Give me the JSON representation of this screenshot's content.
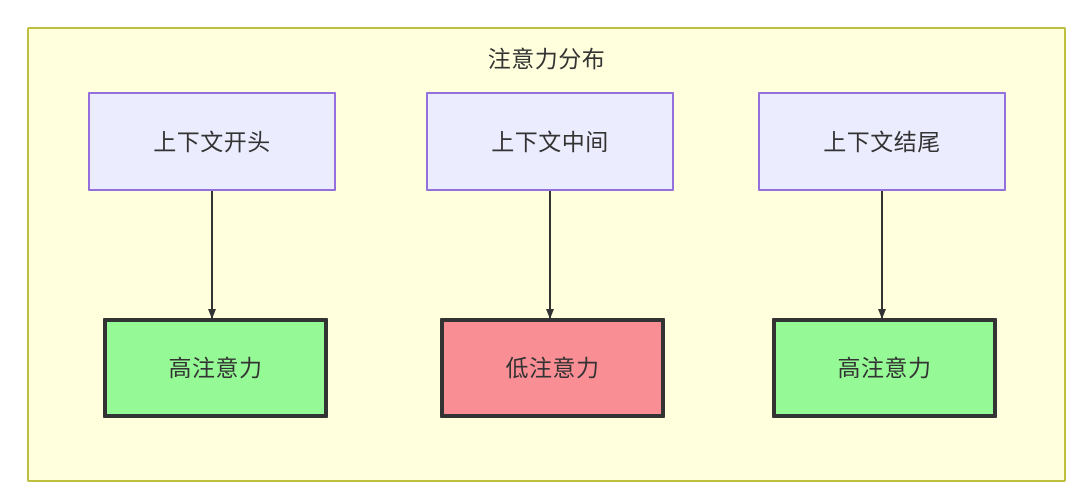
{
  "diagram": {
    "type": "flowchart",
    "title": "注意力分布",
    "background_color": "#ffffff",
    "container": {
      "fill": "#ffffdd",
      "stroke": "#bfbf3f"
    },
    "node_styles": {
      "context_fill": "#ececff",
      "context_stroke": "#9370db",
      "high_attention_fill": "#95fa95",
      "low_attention_fill": "#fa8e95",
      "attention_stroke": "#333333",
      "edge_color": "#333333",
      "text_color": "#333333"
    },
    "columns": [
      {
        "id": "start",
        "source": {
          "label": "上下文开头"
        },
        "target": {
          "label": "高注意力",
          "level": "high"
        }
      },
      {
        "id": "middle",
        "source": {
          "label": "上下文中间"
        },
        "target": {
          "label": "低注意力",
          "level": "low"
        }
      },
      {
        "id": "end",
        "source": {
          "label": "上下文结尾"
        },
        "target": {
          "label": "高注意力",
          "level": "high"
        }
      }
    ],
    "edges": [
      {
        "from": "上下文开头",
        "to": "高注意力",
        "arrow": "down-arrow-icon"
      },
      {
        "from": "上下文中间",
        "to": "低注意力",
        "arrow": "down-arrow-icon"
      },
      {
        "from": "上下文结尾",
        "to": "高注意力",
        "arrow": "down-arrow-icon"
      }
    ]
  }
}
